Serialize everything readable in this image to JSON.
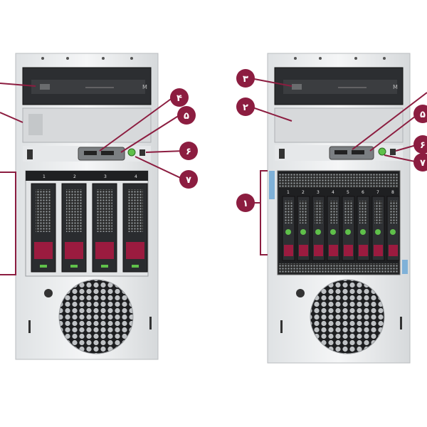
{
  "colors": {
    "callout": "#8c1d40",
    "chassis": "#eef0f1",
    "panel_dark": "#2b2d30",
    "drive_red": "#9b1b3f",
    "led_green": "#5fc04a"
  },
  "left_server": {
    "callouts": [
      {
        "id": "4",
        "label": "۴"
      },
      {
        "id": "5",
        "label": "۵"
      },
      {
        "id": "6",
        "label": "۶"
      },
      {
        "id": "7",
        "label": "۷"
      }
    ],
    "bays": [
      "1",
      "2",
      "3",
      "4"
    ],
    "optical_drive_label": "M"
  },
  "right_server": {
    "callouts": [
      {
        "id": "3",
        "label": "۳"
      },
      {
        "id": "2",
        "label": "۲"
      },
      {
        "id": "5",
        "label": "۵"
      },
      {
        "id": "6",
        "label": "۶"
      },
      {
        "id": "7",
        "label": "۷"
      },
      {
        "id": "1",
        "label": "۱"
      }
    ],
    "bays": [
      "1",
      "2",
      "3",
      "4",
      "5",
      "6",
      "7",
      "8"
    ],
    "optical_drive_label": "M"
  }
}
